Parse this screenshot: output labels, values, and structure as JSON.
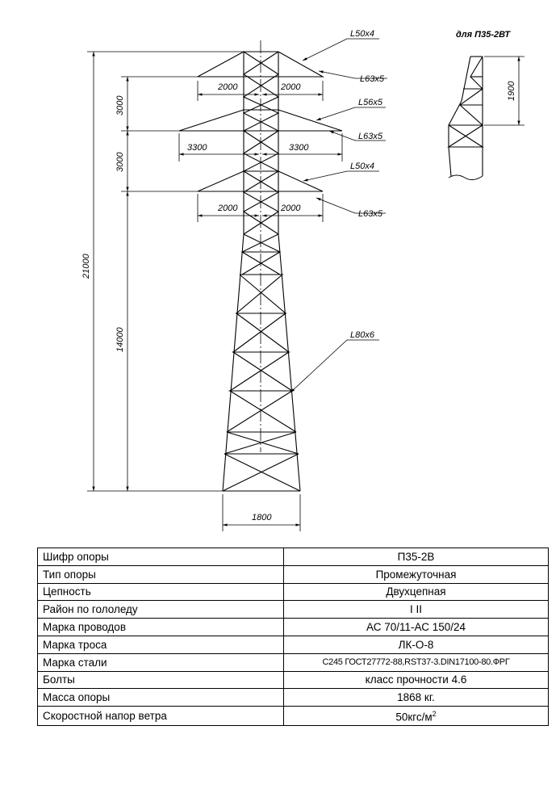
{
  "drawing": {
    "dims": {
      "top_left": "2000",
      "top_right": "2000",
      "mid_left": "3300",
      "mid_right": "3300",
      "low_left": "2000",
      "low_right": "2000",
      "base": "1800",
      "total_height": "21000",
      "h1": "3000",
      "h2": "3000",
      "h3": "14000",
      "detail_height": "1900"
    },
    "callouts": {
      "c1": "L50x4",
      "c2": "L63x5",
      "c3": "L56x5",
      "c4": "L63x5",
      "c5": "L50x4",
      "c6": "L63x5",
      "c7": "L80x6"
    },
    "detail_title": "для П35-2ВТ"
  },
  "spec_table": {
    "rows": [
      {
        "label": "Шифр опоры",
        "value": "П35-2В"
      },
      {
        "label": "Тип опоры",
        "value": "Промежуточная"
      },
      {
        "label": "Цепность",
        "value": "Двухцепная"
      },
      {
        "label": "Район по гололеду",
        "value": "I   II"
      },
      {
        "label": "Марка проводов",
        "value": "АС 70/11-АС 150/24"
      },
      {
        "label": "Марка троса",
        "value": "ЛК-О-8"
      },
      {
        "label": "Марка стали",
        "value": "С245 ГОСТ27772-88,RST37-3.DIN17100-80.ФРГ"
      },
      {
        "label": "Болты",
        "value": "класс прочности 4.6"
      },
      {
        "label": "Масса опоры",
        "value": "1868 кг."
      },
      {
        "label": "Скоростной напор ветра",
        "value": "50кгс/м",
        "sup": "2"
      }
    ]
  }
}
